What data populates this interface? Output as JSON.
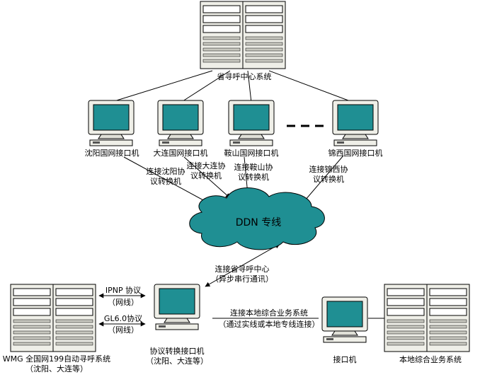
{
  "nodes": {
    "center_server": "省寻呼中心系统",
    "pc_shenyang": "沈阳国网接口机",
    "pc_dalian": "大连国网接口机",
    "pc_anshan": "鞍山国网接口机",
    "pc_jinzhou": "锦西国网接口机",
    "ddn": "DDN 专线",
    "wmg_line1": "WMG 全国网199自动寻呼系统",
    "wmg_line2": "（沈阳、大连等）",
    "converter_line1": "协议转换接口机",
    "converter_line2": "（沈阳、大连等）",
    "interface_pc": "接口机",
    "local_server": "本地综合业务系统"
  },
  "edge_labels": {
    "shenyang_1": "连接沈阳协",
    "shenyang_2": "议转换机",
    "dalian_1": "连接大连协",
    "dalian_2": "议转换机",
    "anshan_1": "连接鞍山协",
    "anshan_2": "议转换机",
    "jinzhou_1": "连接锦西协",
    "jinzhou_2": "议转换机",
    "center_1": "连接省寻呼中心",
    "center_2": "（异步串行通讯）",
    "ipnp_1": "IPNP 协议",
    "ipnp_2": "（网线）",
    "gl_1": "GL6.0协议",
    "gl_2": "（网线）",
    "local_1": "连接本地综合业务系统",
    "local_2": "（通过实线或本地专线连接）"
  }
}
